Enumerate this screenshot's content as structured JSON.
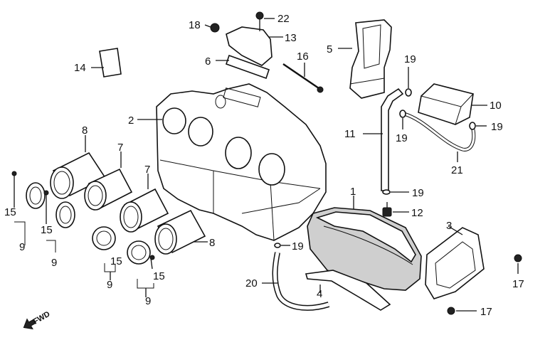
{
  "labels": {
    "l1": "1",
    "l2": "2",
    "l3": "3",
    "l4": "4",
    "l5": "5",
    "l6": "6",
    "l7a": "7",
    "l7b": "7",
    "l8a": "8",
    "l8b": "8",
    "l9a": "9",
    "l9b": "9",
    "l9c": "9",
    "l9d": "9",
    "l10": "10",
    "l11": "11",
    "l12": "12",
    "l13": "13",
    "l14": "14",
    "l15a": "15",
    "l15b": "15",
    "l15c": "15",
    "l15d": "15",
    "l16": "16",
    "l17a": "17",
    "l17b": "17",
    "l18": "18",
    "l19a": "19",
    "l19b": "19",
    "l19c": "19",
    "l19d": "19",
    "l19e": "19",
    "l20": "20",
    "l21": "21",
    "l22": "22"
  },
  "fwd": "FWD"
}
